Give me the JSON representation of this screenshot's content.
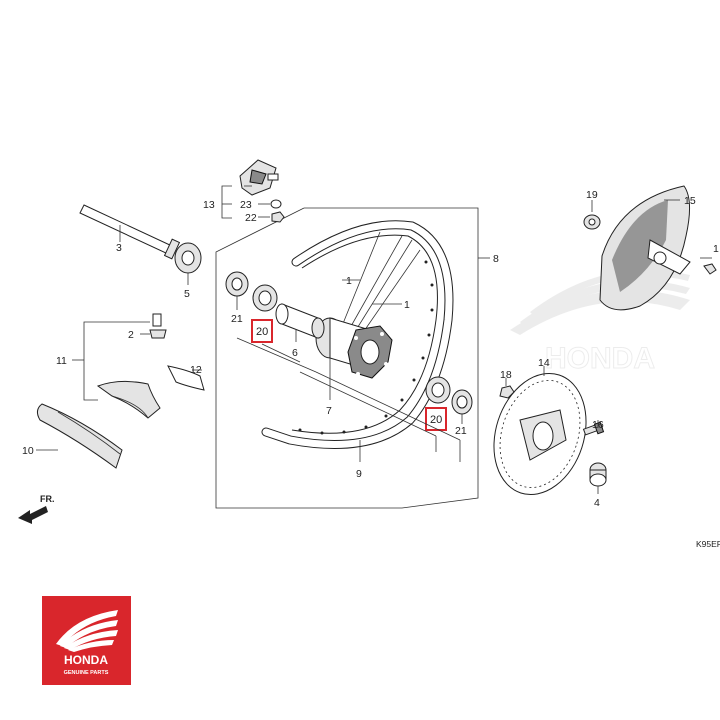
{
  "diagram": {
    "callouts": {
      "c1a": "1",
      "c1b": "1",
      "c2": "2",
      "c3": "3",
      "c4": "4",
      "c5": "5",
      "c6": "6",
      "c7": "7",
      "c8": "8",
      "c9": "9",
      "c10": "10",
      "c11": "11",
      "c12": "12",
      "c13": "13",
      "c14": "14",
      "c15": "15",
      "c16": "16",
      "c17": "1",
      "c18": "18",
      "c19": "19",
      "c20a": "20",
      "c20b": "20",
      "c21a": "21",
      "c21b": "21",
      "c22": "22",
      "c23": "23"
    },
    "direction_label": "FR.",
    "diagram_code": "K95EF",
    "highlight_color": "#d9262c"
  },
  "logo": {
    "brand": "HONDA",
    "tagline": "GENUINE PARTS",
    "background_color": "#d9262c",
    "icon": "honda-wing-icon"
  },
  "watermark": {
    "text": "HONDA",
    "icon": "honda-wing-watermark-icon"
  }
}
